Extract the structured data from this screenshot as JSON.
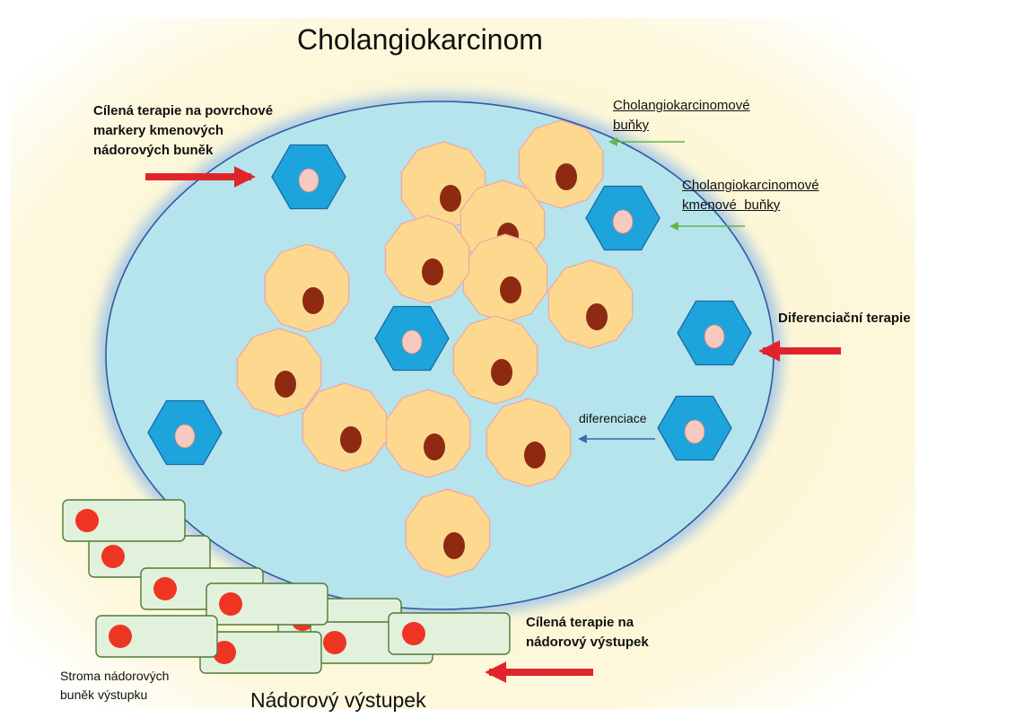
{
  "title": "Cholangiokarcinom",
  "labels": {
    "targeted_surface": [
      "Cílená terapie na povrchové",
      "markery kmenových",
      "nádorových buněk"
    ],
    "cca_cells": [
      "Cholangiokarcinomové",
      "buňky"
    ],
    "cca_stem_cells": [
      "Cholangiokarcinomové",
      "kmenové  buňky"
    ],
    "differentiation_therapy": "Diferenciační terapie",
    "differentiation": "diferenciace",
    "targeted_niche": [
      "Cílená terapie na",
      "nádorový výstupek"
    ],
    "stroma": [
      "Stroma nádorových",
      "buněk výstupku"
    ],
    "niche": "Nádorový výstupek"
  },
  "colors": {
    "background_glow": "#fdf8dc",
    "tumor_fill": "#b5e4ec",
    "tumor_stroke": "#2e5aa6",
    "cancer_cell_fill": "#fdd990",
    "cancer_cell_stroke": "#f2a7a0",
    "cancer_nucleus": "#8e2a12",
    "stem_cell_fill": "#1ea4dc",
    "stem_cell_stroke": "#1b6aa5",
    "stem_nucleus": "#f6c9c1",
    "stroma_fill": "#e2f1dc",
    "stroma_stroke": "#4f7a36",
    "stroma_nucleus": "#ee3524",
    "therapy_arrow": "#e0242b",
    "cells_arrow": "#5fb546",
    "differentiation_arrow": "#3b67b3"
  }
}
